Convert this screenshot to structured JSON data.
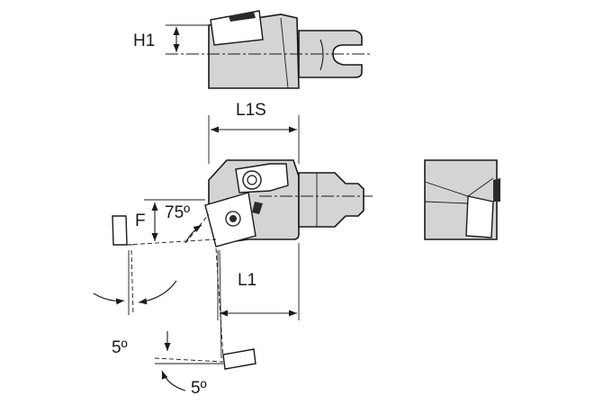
{
  "labels": {
    "h1": "H1",
    "l1s": "L1S",
    "f": "F",
    "angle_75": "75º",
    "l1": "L1",
    "angle_5_left": "5º",
    "angle_5_bottom": "5º"
  },
  "colors": {
    "body": "#d4d4d4",
    "line": "#1a1a1a",
    "background": "#ffffff"
  }
}
